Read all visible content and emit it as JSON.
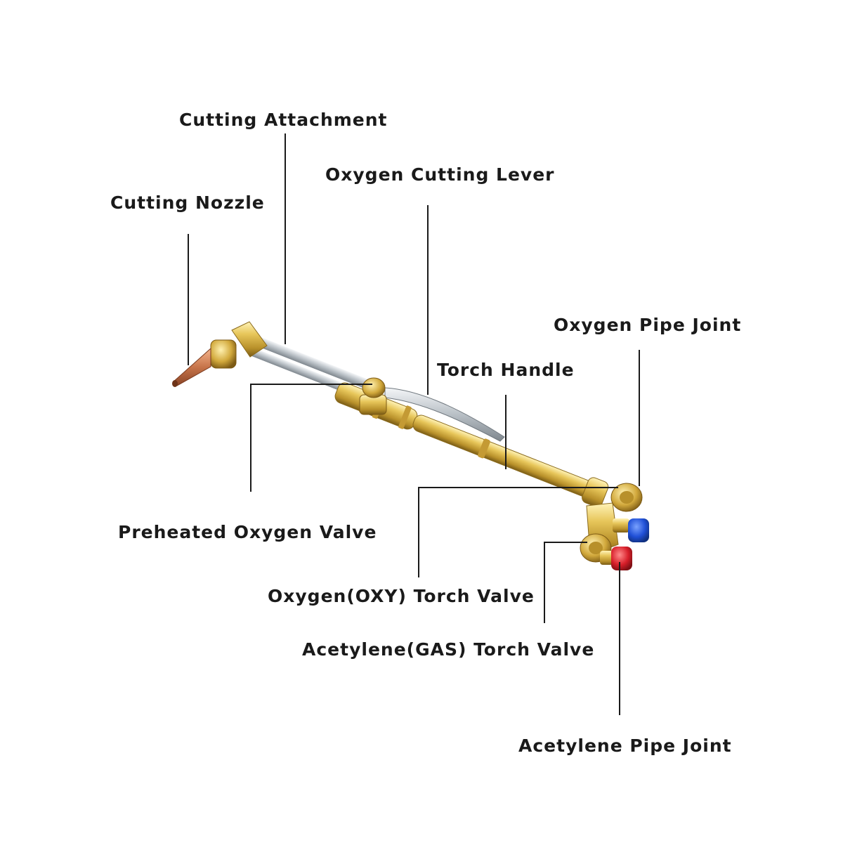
{
  "labels": {
    "cutting_attachment": "Cutting Attachment",
    "oxygen_cutting_lever": "Oxygen Cutting Lever",
    "cutting_nozzle": "Cutting Nozzle",
    "oxygen_pipe_joint": "Oxygen Pipe Joint",
    "torch_handle": "Torch Handle",
    "preheated_oxygen_valve": "Preheated Oxygen Valve",
    "oxygen_torch_valve": "Oxygen(OXY) Torch Valve",
    "acetylene_torch_valve": "Acetylene(GAS) Torch Valve",
    "acetylene_pipe_joint": "Acetylene Pipe Joint"
  },
  "colors": {
    "brass": "#d8b448",
    "copper": "#c7744a",
    "steel": "#c9ced3",
    "oxygen_cap": "#1f4fd6",
    "acetylene_cap": "#d81f2a",
    "text": "#1a1a1a"
  }
}
